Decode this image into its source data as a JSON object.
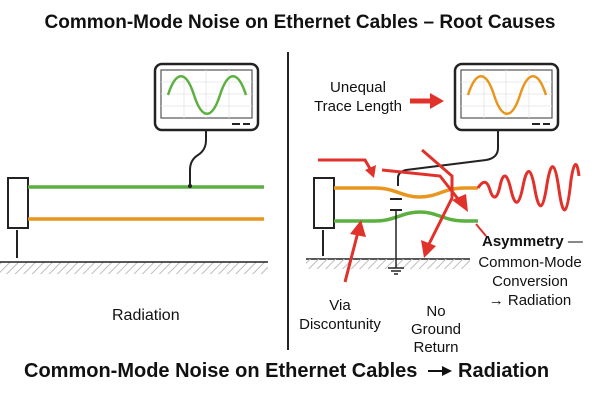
{
  "header": {
    "title": "Common-Mode Noise on Ethernet Cables – Root Causes"
  },
  "left_panel": {
    "caption": "Radiation"
  },
  "right_panel": {
    "unequal_trace": {
      "line1": "Unequal",
      "line2": "Trace Length"
    },
    "asymmetry": {
      "heading": "Asymmetry",
      "dash": "—",
      "line1": "Common-Mode",
      "line2": "Conversion",
      "line3": "→ Radiation"
    },
    "via_discontinuity": {
      "line1": "Via",
      "line2": "Discontunity"
    },
    "no_ground_return": {
      "line1": "No",
      "line2": "Ground",
      "line3": "Return"
    }
  },
  "footer": {
    "left": "Common-Mode Noise on Ethernet Cables",
    "right": "Radiation"
  },
  "colors": {
    "green": "#5cb040",
    "orange": "#e8961e",
    "red": "#e0322a",
    "dark": "#222222",
    "hatch": "#bdbdbd"
  }
}
